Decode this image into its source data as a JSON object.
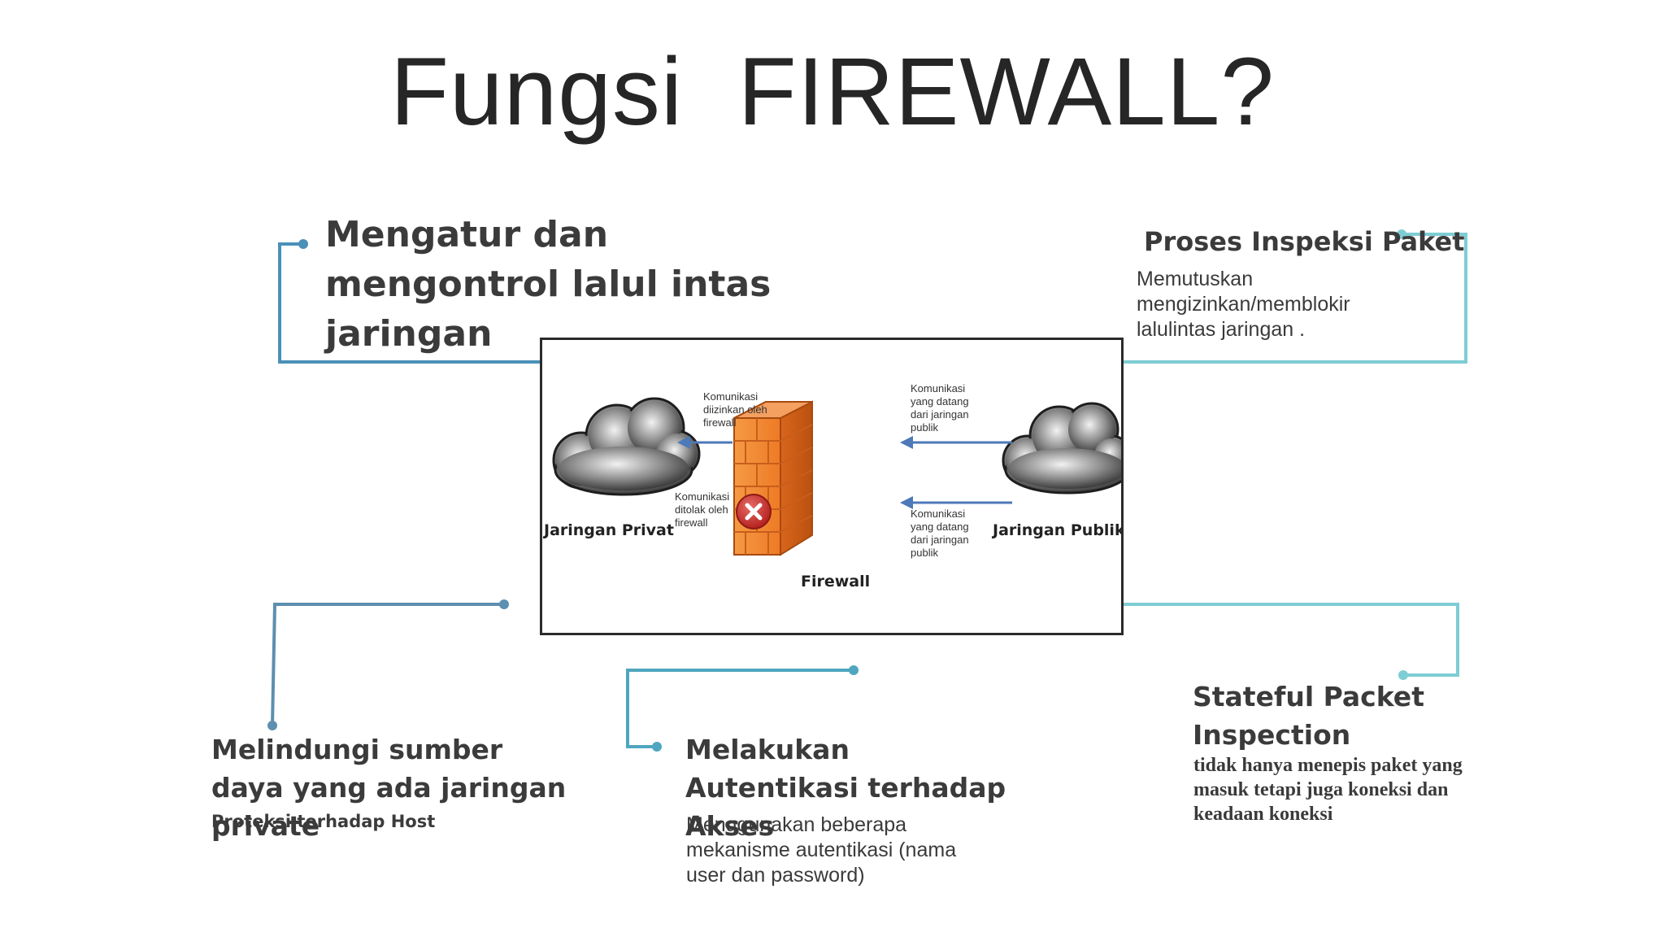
{
  "title": "Fungsi  FIREWALL?",
  "colors": {
    "connector_blue": "#4a90b8",
    "connector_teal": "#7ecdd4",
    "connector_steel": "#5d8fb0",
    "firewall_orange": "#f08a35",
    "reject_red": "#c9302c",
    "arrow_blue": "#4d79b8"
  },
  "blocks": {
    "mengatur": {
      "heading": "Mengatur dan mengontrol lalul intas jaringan"
    },
    "inspeksi": {
      "heading": "Proses Inspeksi Paket",
      "body": "Memutuskan mengizinkan/memblokir lalulintas jaringan ."
    },
    "melindungi": {
      "heading": "Melindungi sumber daya yang ada jaringan private",
      "sub": "Proteksi terhadap Host"
    },
    "autentikasi": {
      "heading": "Melakukan Autentikasi terhadap Akses",
      "body": "Menggunakan beberapa mekanisme autentikasi (nama user dan password)"
    },
    "stateful": {
      "heading": "Stateful Packet Inspection",
      "body": "tidak hanya menepis paket yang masuk tetapi juga koneksi dan keadaan koneksi"
    }
  },
  "diagram": {
    "label_private": "Jaringan Privat",
    "label_public": "Jaringan Publik",
    "label_firewall": "Firewall",
    "label_allowed": "Komunikasi diizinkan oleh firewall",
    "label_rejected": "Komunikasi ditolak oleh firewall",
    "label_incoming_top": "Komunikasi yang datang dari jaringan publik",
    "label_incoming_bottom": "Komunikasi yang datang dari jaringan publik",
    "icons": [
      "cloud-icon",
      "firewall-brick-icon",
      "reject-x-icon",
      "arrow-left-icon"
    ]
  }
}
